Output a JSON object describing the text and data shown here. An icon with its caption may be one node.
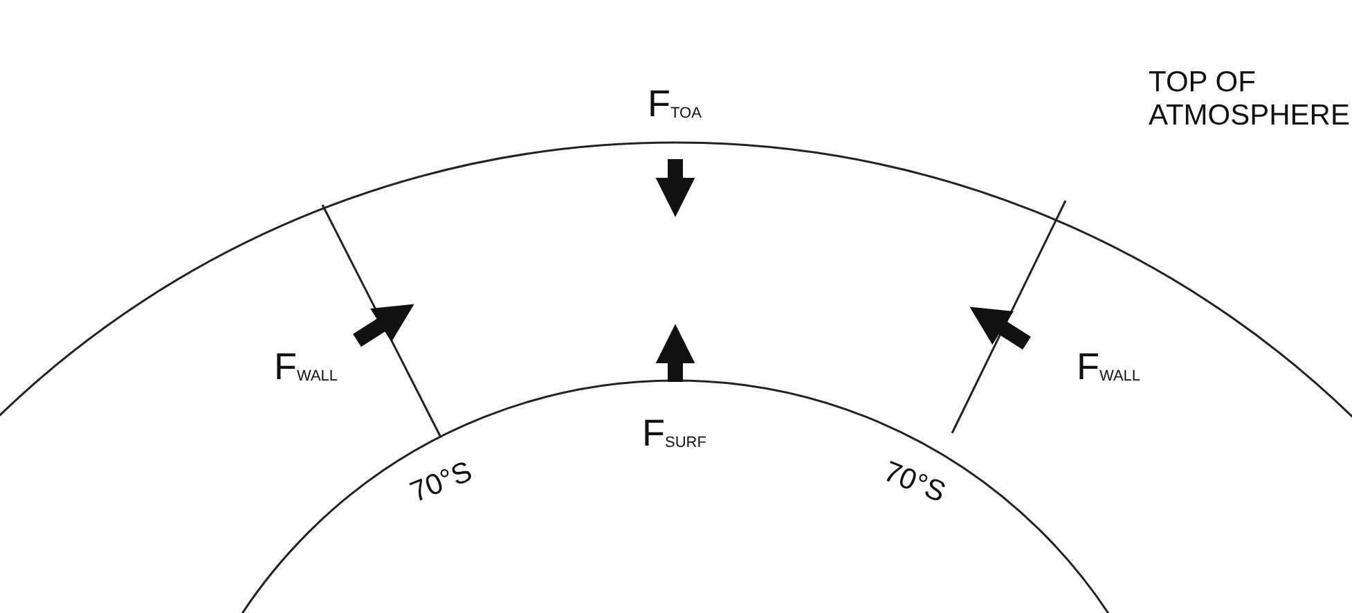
{
  "diagram": {
    "labels": [
      "F$_{TOA}$",
      "TOP OF ATMOSPHERE",
      "F$_{WALL}$",
      "F$_{WALL}$",
      "F$_{SURF}$",
      "70°S",
      "70°S"
    ]
  }
}
